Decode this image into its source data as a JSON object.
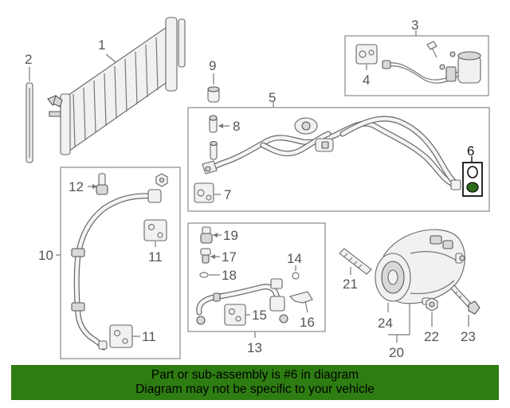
{
  "callouts": {
    "c1": "1",
    "c2": "2",
    "c3": "3",
    "c4": "4",
    "c5": "5",
    "c6": "6",
    "c7": "7",
    "c8": "8",
    "c9": "9",
    "c10": "10",
    "c11a": "11",
    "c11b": "11",
    "c12": "12",
    "c13": "13",
    "c14": "14",
    "c15": "15",
    "c16": "16",
    "c17": "17",
    "c18": "18",
    "c19": "19",
    "c20": "20",
    "c21": "21",
    "c22": "22",
    "c23": "23",
    "c24": "24"
  },
  "highlighted_part": "6",
  "banner": {
    "line1": "Part or sub-assembly is #6 in diagram",
    "line2": "Diagram may not be specific to your vehicle",
    "color": "#2e7d12"
  }
}
